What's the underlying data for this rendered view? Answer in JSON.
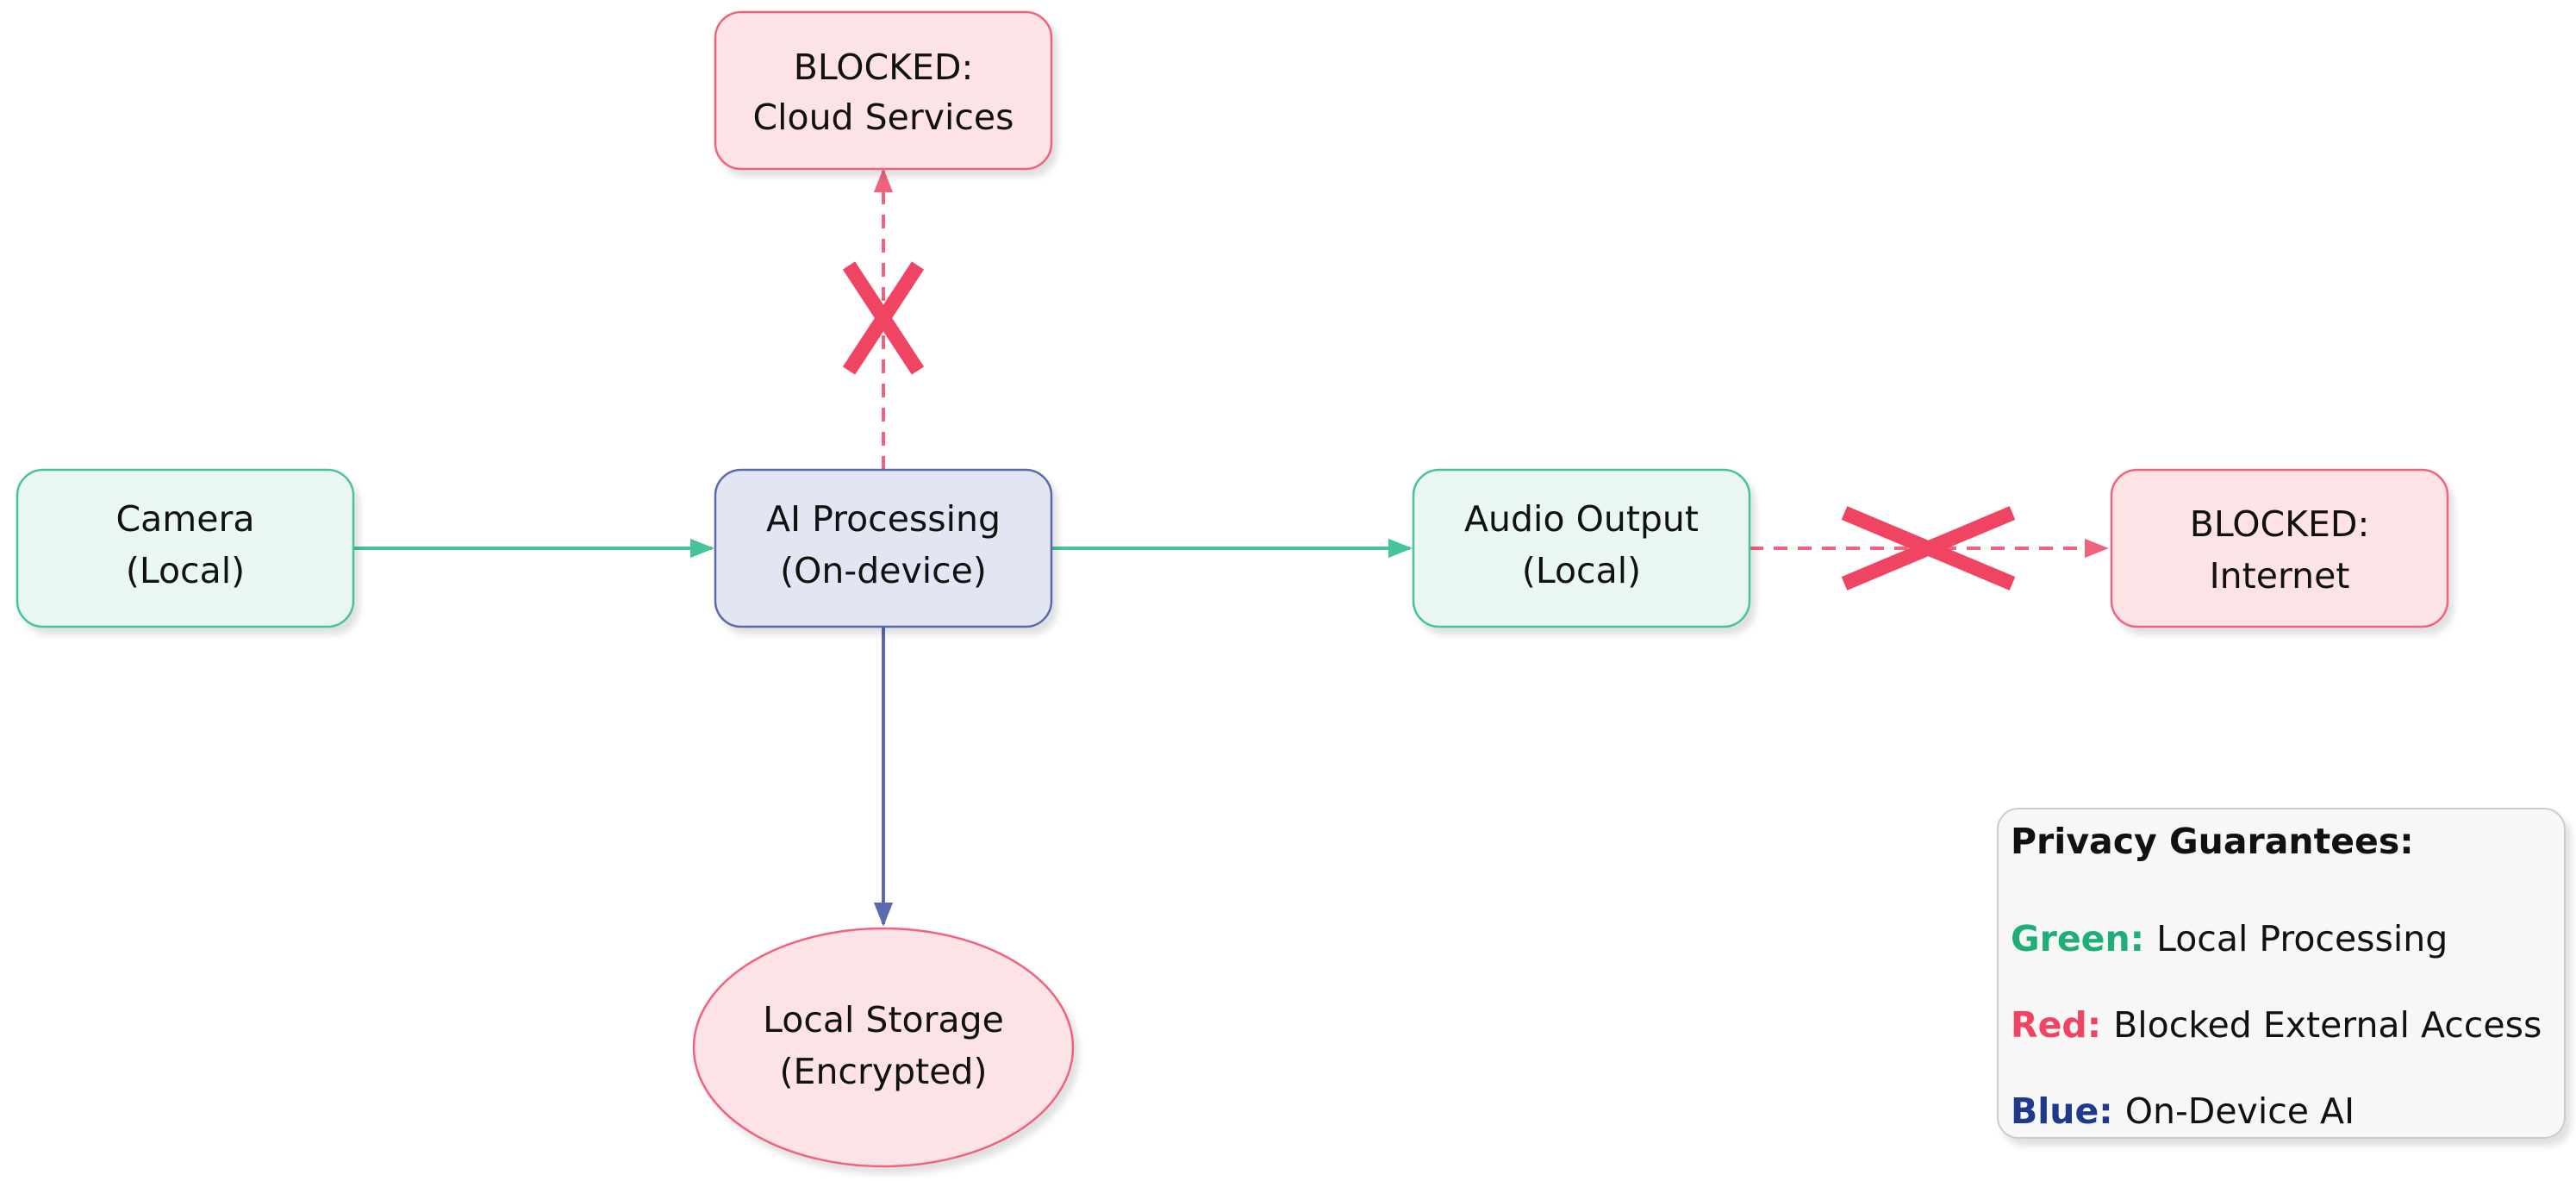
{
  "colors": {
    "green_stroke": "#45c49a",
    "green_fill": "#eaf7f1",
    "red_stroke": "#f0637e",
    "red_fill": "#fde2e6",
    "red_x": "#ef4562",
    "blue_stroke": "#5a6aab",
    "blue_fill": "#e2e6f2",
    "legend_fill": "#f7f7f7",
    "legend_stroke": "#cccccc",
    "legend_green": "#1fae78",
    "legend_red": "#ef4562",
    "legend_blue": "#1f3a8a"
  },
  "nodes": {
    "camera": {
      "line1": "Camera",
      "line2": "(Local)"
    },
    "ai": {
      "line1": "AI Processing",
      "line2": "(On-device)"
    },
    "audio": {
      "line1": "Audio Output",
      "line2": "(Local)"
    },
    "cloud": {
      "line1": "BLOCKED:",
      "line2": "Cloud Services"
    },
    "internet": {
      "line1": "BLOCKED:",
      "line2": "Internet"
    },
    "storage": {
      "line1": "Local Storage",
      "line2": "(Encrypted)"
    }
  },
  "legend": {
    "title": "Privacy Guarantees:",
    "green_key": "Green:",
    "green_text": "Local Processing",
    "red_key": "Red:",
    "red_text": "Blocked External Access",
    "blue_key": "Blue:",
    "blue_text": "On-Device AI"
  }
}
